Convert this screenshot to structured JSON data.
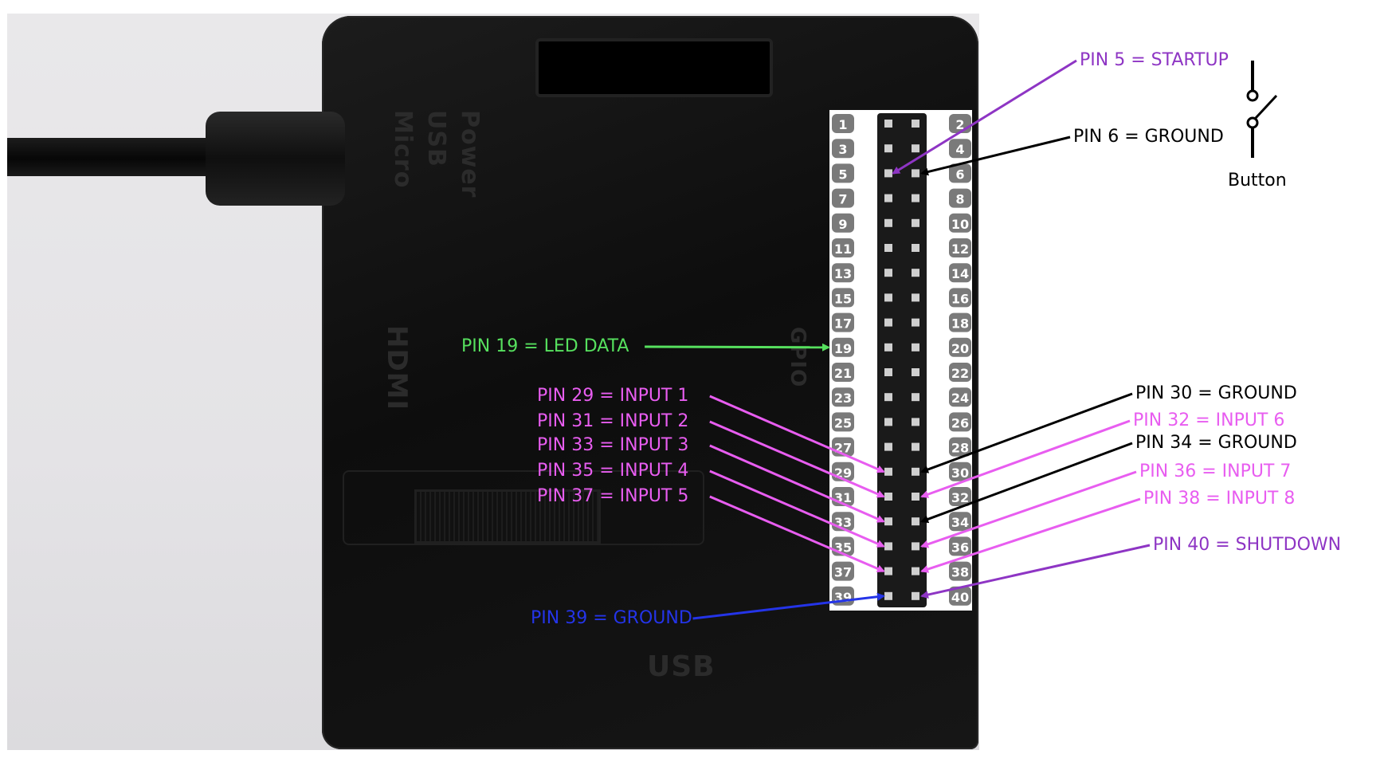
{
  "case_labels": {
    "micro_usb_power": [
      "Micro",
      "USB",
      "Power"
    ],
    "hdmi": "HDMI",
    "usb": "USB",
    "gpio": "GPIO"
  },
  "header": {
    "pins": [
      "1",
      "2",
      "3",
      "4",
      "5",
      "6",
      "7",
      "8",
      "9",
      "10",
      "11",
      "12",
      "13",
      "14",
      "15",
      "16",
      "17",
      "18",
      "19",
      "20",
      "21",
      "22",
      "23",
      "24",
      "25",
      "26",
      "27",
      "28",
      "29",
      "30",
      "31",
      "32",
      "33",
      "34",
      "35",
      "36",
      "37",
      "38",
      "39",
      "40"
    ]
  },
  "labels": [
    {
      "id": "pin5",
      "text": "PIN 5 = STARTUP",
      "pin": 5,
      "color": "#8e35c4",
      "side": "right"
    },
    {
      "id": "pin6",
      "text": "PIN 6 = GROUND",
      "pin": 6,
      "color": "#000000",
      "side": "right"
    },
    {
      "id": "pin19",
      "text": "PIN 19 = LED DATA",
      "pin": 19,
      "color": "#56e05e",
      "side": "left"
    },
    {
      "id": "pin29",
      "text": "PIN 29 = INPUT 1",
      "pin": 29,
      "color": "#e85df0",
      "side": "left"
    },
    {
      "id": "pin31",
      "text": "PIN 31 = INPUT 2",
      "pin": 31,
      "color": "#e85df0",
      "side": "left"
    },
    {
      "id": "pin33",
      "text": "PIN 33 = INPUT 3",
      "pin": 33,
      "color": "#e85df0",
      "side": "left"
    },
    {
      "id": "pin35",
      "text": "PIN 35 = INPUT 4",
      "pin": 35,
      "color": "#e85df0",
      "side": "left"
    },
    {
      "id": "pin37",
      "text": "PIN 37 = INPUT 5",
      "pin": 37,
      "color": "#e85df0",
      "side": "left"
    },
    {
      "id": "pin39",
      "text": "PIN 39 = GROUND",
      "pin": 39,
      "color": "#2434e8",
      "side": "left"
    },
    {
      "id": "pin30",
      "text": "PIN 30 = GROUND",
      "pin": 30,
      "color": "#000000",
      "side": "right"
    },
    {
      "id": "pin32",
      "text": "PIN 32 = INPUT 6",
      "pin": 32,
      "color": "#e85df0",
      "side": "right"
    },
    {
      "id": "pin34",
      "text": "PIN 34 = GROUND",
      "pin": 34,
      "color": "#000000",
      "side": "right"
    },
    {
      "id": "pin36",
      "text": "PIN 36 = INPUT 7",
      "pin": 36,
      "color": "#e85df0",
      "side": "right"
    },
    {
      "id": "pin38",
      "text": "PIN 38 = INPUT 8",
      "pin": 38,
      "color": "#e85df0",
      "side": "right"
    },
    {
      "id": "pin40",
      "text": "PIN 40 = SHUTDOWN",
      "pin": 40,
      "color": "#8e35c4",
      "side": "right"
    }
  ],
  "button": {
    "label": "Button"
  },
  "colors": {
    "pin_number_bg": "#7a7a7a",
    "pin_number_text": "#ffffff",
    "header_bg": "#ffffff",
    "pin_block": "#1a1a1a",
    "pin_square": "#cfcfcf"
  }
}
